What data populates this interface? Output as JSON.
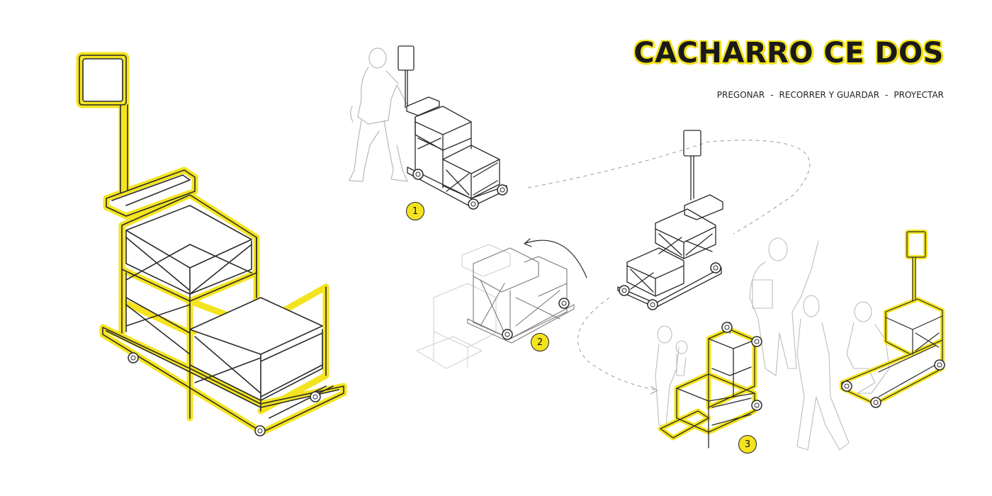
{
  "title": "CACHARRO CE DOS",
  "subtitle": {
    "items": [
      "PREGONAR",
      "RECORRER Y GUARDAR",
      "PROYECTAR"
    ],
    "separator": "-"
  },
  "steps": [
    {
      "number": "1"
    },
    {
      "number": "2"
    },
    {
      "number": "3"
    }
  ],
  "colors": {
    "accent": "#f4e41f",
    "line": "#2a2a2a",
    "faded": "#bdbdbd"
  }
}
